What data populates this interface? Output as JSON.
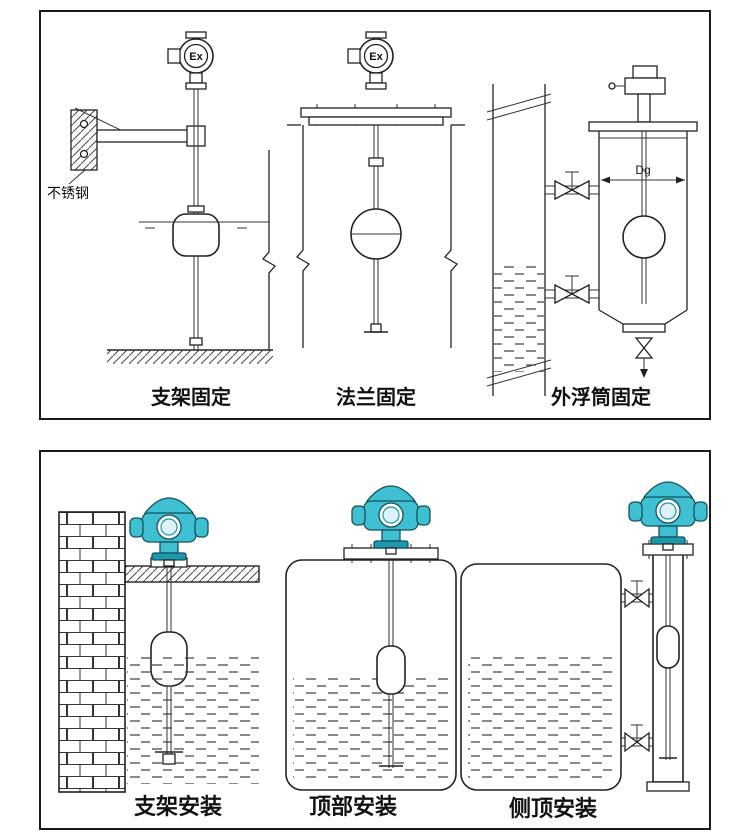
{
  "colors": {
    "teal": "#3fc0d2",
    "teal_dark": "#1d99ad",
    "teal_light": "#def3f7",
    "line": "#222222"
  },
  "top_panel": {
    "captions": [
      {
        "label": "支架固定"
      },
      {
        "label": "法兰固定"
      },
      {
        "label": "外浮筒固定"
      }
    ],
    "annotations": {
      "stainless_steel": "不锈钢",
      "ex_marking": "Ex",
      "dg_marking": "Dg"
    }
  },
  "bottom_panel": {
    "captions": [
      {
        "label": "支架安装"
      },
      {
        "label": "顶部安装"
      },
      {
        "label": "侧顶安装"
      }
    ]
  }
}
